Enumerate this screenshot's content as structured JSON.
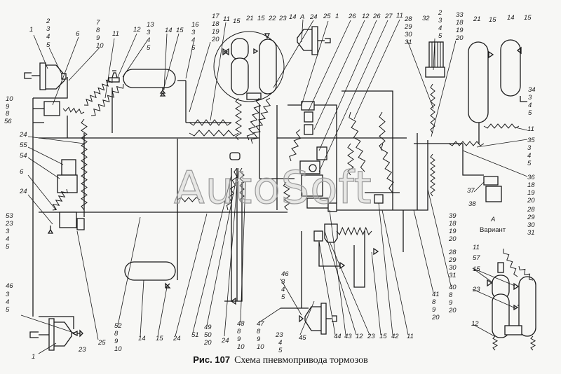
{
  "figure": {
    "number_label": "Рис. 107",
    "title": "Схема пневмопривода тормозов",
    "watermark": "AutoSoft",
    "variant_marker": "A",
    "variant_label": "Вариант"
  },
  "callouts": [
    "1",
    "2",
    "3",
    "4",
    "5",
    "6",
    "7",
    "8",
    "9",
    "10",
    "11",
    "12",
    "13",
    "3",
    "4",
    "5",
    "14",
    "15",
    "16",
    "3",
    "4",
    "5",
    "17",
    "18",
    "19",
    "20",
    "11",
    "15",
    "21",
    "15",
    "22",
    "23",
    "14",
    "A",
    "24",
    "25",
    "1",
    "26",
    "12",
    "26",
    "27",
    "11",
    "28",
    "29",
    "30",
    "31",
    "32",
    "2",
    "3",
    "4",
    "5",
    "33",
    "18",
    "19",
    "20",
    "21",
    "15",
    "14",
    "15",
    "34",
    "3",
    "4",
    "5",
    "11",
    "10",
    "9",
    "8",
    "56",
    "24",
    "55",
    "54",
    "6",
    "24",
    "53",
    "23",
    "3",
    "4",
    "5",
    "46",
    "3",
    "4",
    "5",
    "1",
    "23",
    "25",
    "52",
    "8",
    "9",
    "10",
    "14",
    "15",
    "24",
    "51",
    "49",
    "50",
    "20",
    "24",
    "48",
    "8",
    "9",
    "10",
    "47",
    "8",
    "9",
    "10",
    "23",
    "4",
    "5",
    "46",
    "3",
    "4",
    "5",
    "45",
    "44",
    "43",
    "12",
    "23",
    "15",
    "42",
    "11",
    "41",
    "8",
    "9",
    "20",
    "40",
    "8",
    "9",
    "20",
    "28",
    "29",
    "30",
    "31",
    "39",
    "18",
    "19",
    "20",
    "35",
    "3",
    "4",
    "5",
    "36",
    "18",
    "19",
    "20",
    "28",
    "29",
    "30",
    "31",
    "37",
    "38",
    "11",
    "57",
    "15",
    "23",
    "12"
  ]
}
